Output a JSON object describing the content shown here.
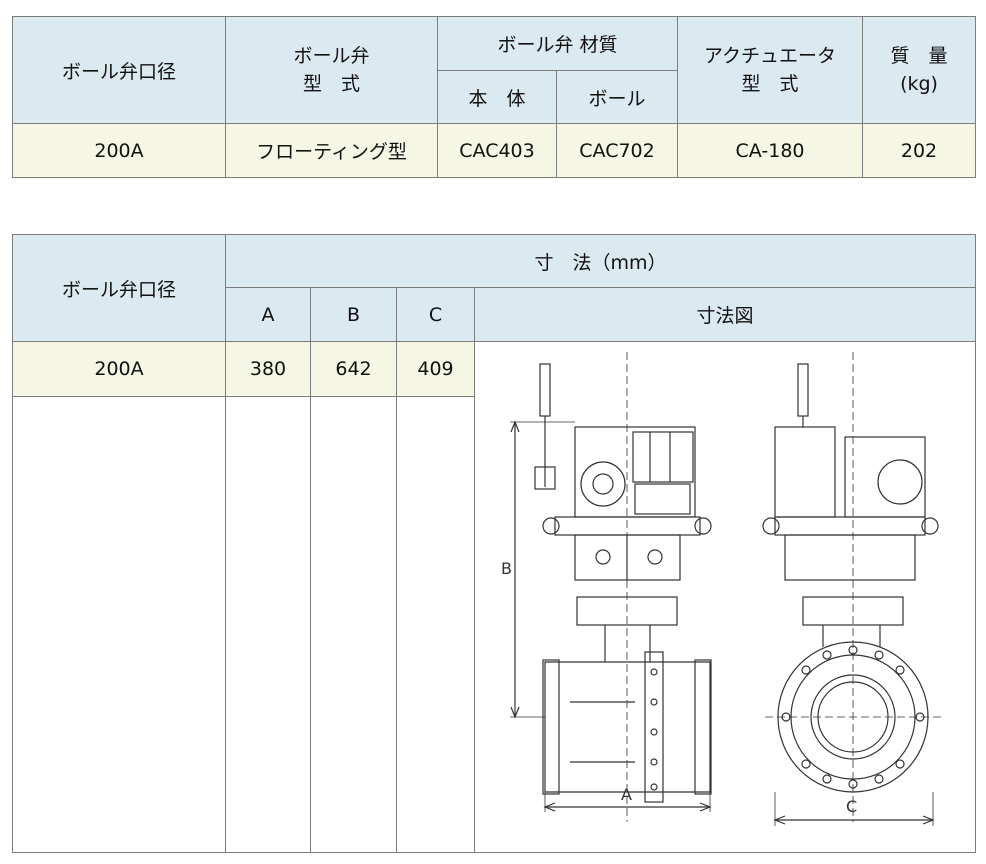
{
  "spec_table": {
    "headers": {
      "bore": "ボール弁口径",
      "valve_type_line1": "ボール弁",
      "valve_type_line2": "型　式",
      "material": "ボール弁 材質",
      "material_body": "本　体",
      "material_ball": "ボール",
      "actuator_line1": "アクチュエータ",
      "actuator_line2": "型　式",
      "mass_line1": "質　量",
      "mass_line2": "(kg)"
    },
    "row": {
      "bore": "200A",
      "valve_type": "フローティング型",
      "body": "CAC403",
      "ball": "CAC702",
      "actuator": "CA-180",
      "mass": "202"
    }
  },
  "dims_table": {
    "headers": {
      "bore": "ボール弁口径",
      "dimensions": "寸　法（mm）",
      "a": "A",
      "b": "B",
      "c": "C",
      "drawing": "寸法図"
    },
    "row": {
      "bore": "200A",
      "a": "380",
      "b": "642",
      "c": "409"
    },
    "drawing_labels": {
      "a": "A",
      "b": "B",
      "c": "C"
    }
  }
}
